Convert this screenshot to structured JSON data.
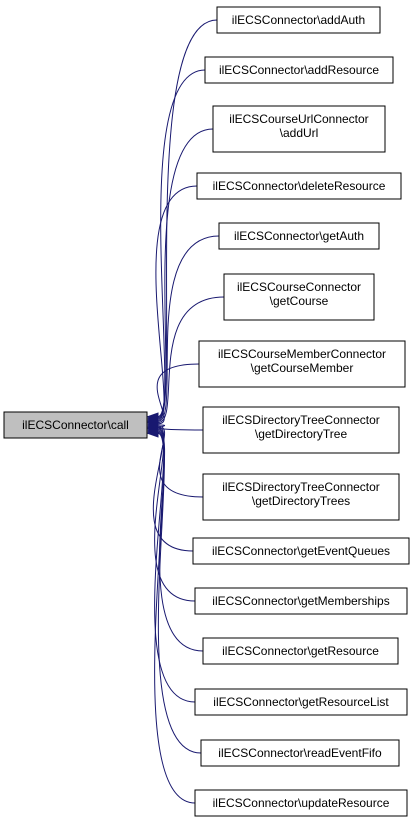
{
  "diagram": {
    "root": {
      "label": "ilECSConnector\\call",
      "fill": "#bfbfbf"
    },
    "edge_color": "#191970",
    "callers": [
      {
        "lines": [
          "ilECSConnector\\addAuth"
        ]
      },
      {
        "lines": [
          "ilECSConnector\\addResource"
        ]
      },
      {
        "lines": [
          "ilECSCourseUrlConnector",
          "\\addUrl"
        ]
      },
      {
        "lines": [
          "ilECSConnector\\deleteResource"
        ]
      },
      {
        "lines": [
          "ilECSConnector\\getAuth"
        ]
      },
      {
        "lines": [
          "ilECSCourseConnector",
          "\\getCourse"
        ]
      },
      {
        "lines": [
          "ilECSCourseMemberConnector",
          "\\getCourseMember"
        ]
      },
      {
        "lines": [
          "ilECSDirectoryTreeConnector",
          "\\getDirectoryTree"
        ]
      },
      {
        "lines": [
          "ilECSDirectoryTreeConnector",
          "\\getDirectoryTrees"
        ]
      },
      {
        "lines": [
          "ilECSConnector\\getEventQueues"
        ]
      },
      {
        "lines": [
          "ilECSConnector\\getMemberships"
        ]
      },
      {
        "lines": [
          "ilECSConnector\\getResource"
        ]
      },
      {
        "lines": [
          "ilECSConnector\\getResourceList"
        ]
      },
      {
        "lines": [
          "ilECSConnector\\readEventFifo"
        ]
      },
      {
        "lines": [
          "ilECSConnector\\updateResource"
        ]
      }
    ]
  }
}
